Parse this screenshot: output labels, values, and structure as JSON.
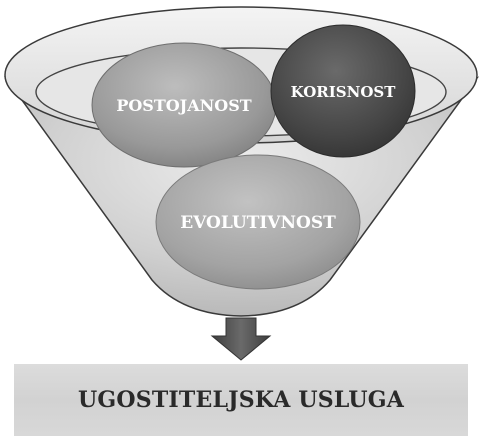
{
  "funnel": {
    "ovals": [
      {
        "label": "POSTOJANOST",
        "color": "#9a9a9a"
      },
      {
        "label": "KORISNOST",
        "color": "#4a4a4a"
      },
      {
        "label": "EVOLUTIVNOST",
        "color": "#a2a2a2"
      }
    ]
  },
  "result": {
    "label": "UGOSTITELJSKA USLUGA"
  },
  "colors": {
    "funnel_fill": "#c8c8c8",
    "funnel_rim": "#d9d9d9",
    "arrow": "#555555",
    "result_box": "#d6d6d6"
  }
}
